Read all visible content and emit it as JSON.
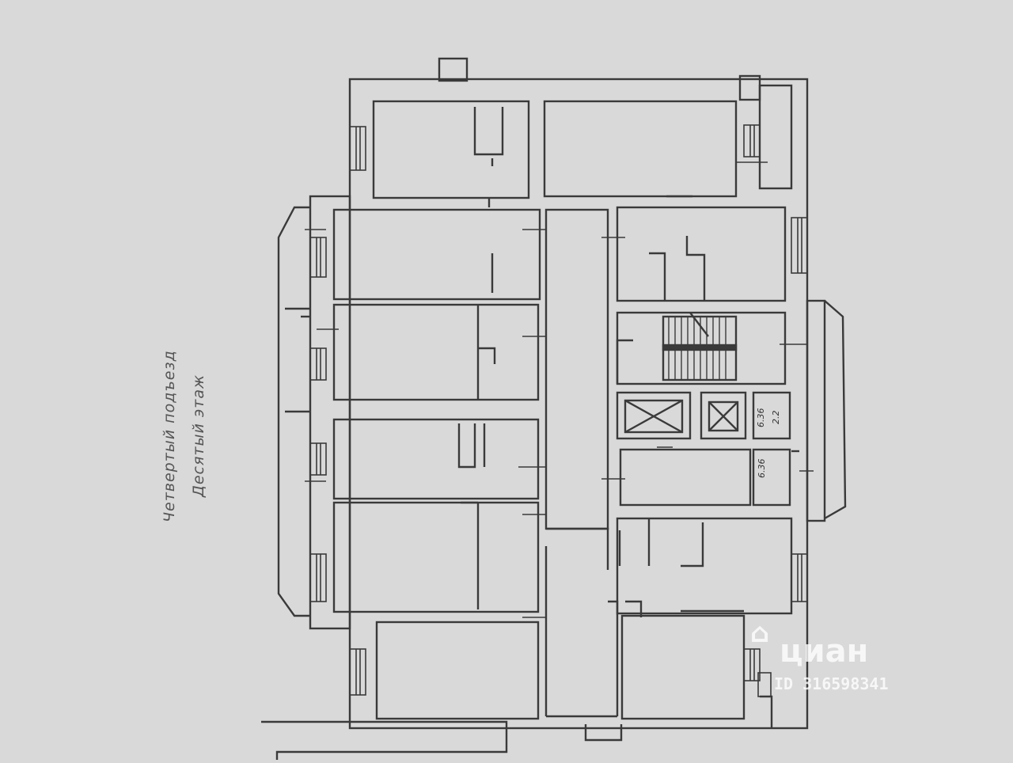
{
  "captions": {
    "entrance": "Четвертый подъезд",
    "floor": "Десятый этаж"
  },
  "dimensions": {
    "shaft_width": "6.36",
    "shaft_depth": "2.2",
    "room_width": "6.36"
  },
  "watermark": {
    "brand": "циан",
    "listing_id": "ID 316598341"
  },
  "colors": {
    "paper": "#d9d9d9",
    "ink": "#3a3a3a"
  }
}
